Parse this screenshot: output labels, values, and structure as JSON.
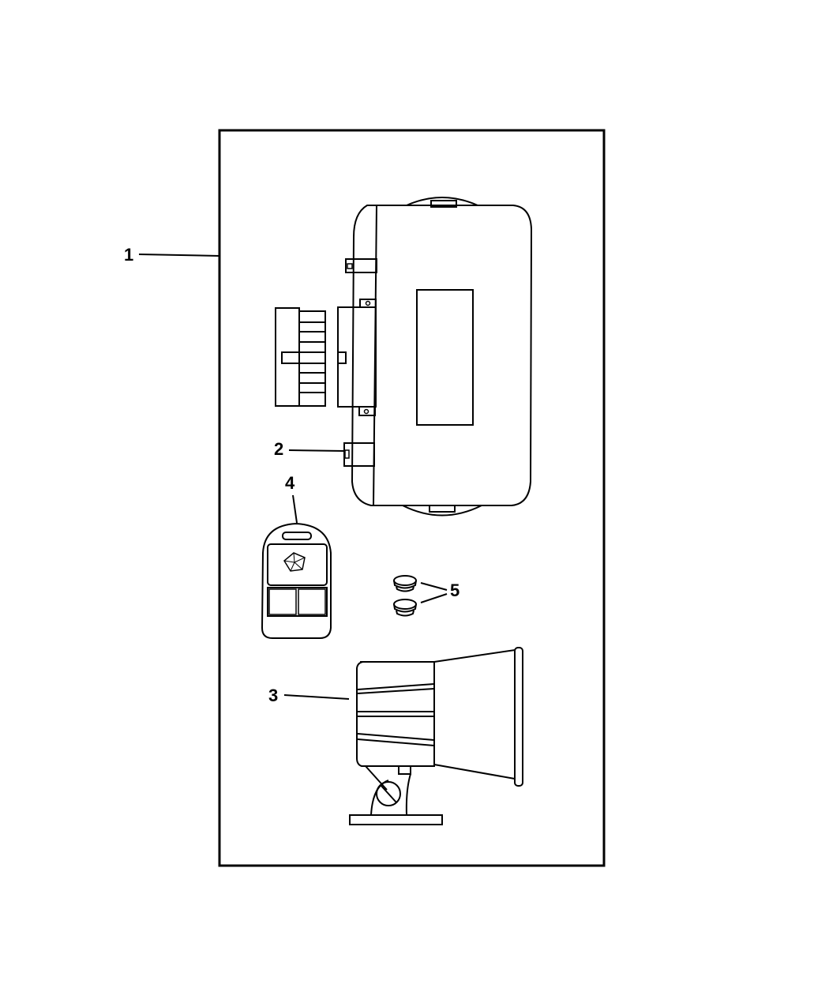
{
  "diagram": {
    "type": "parts-exploded-view",
    "border_color": "#000000",
    "background": "#ffffff",
    "callouts": [
      {
        "id": "1",
        "label": "1",
        "part": "kit-frame"
      },
      {
        "id": "2",
        "label": "2",
        "part": "alarm-module"
      },
      {
        "id": "3",
        "label": "3",
        "part": "siren"
      },
      {
        "id": "4",
        "label": "4",
        "part": "key-fob-transmitter"
      },
      {
        "id": "5",
        "label": "5",
        "part": "grommets"
      }
    ]
  }
}
